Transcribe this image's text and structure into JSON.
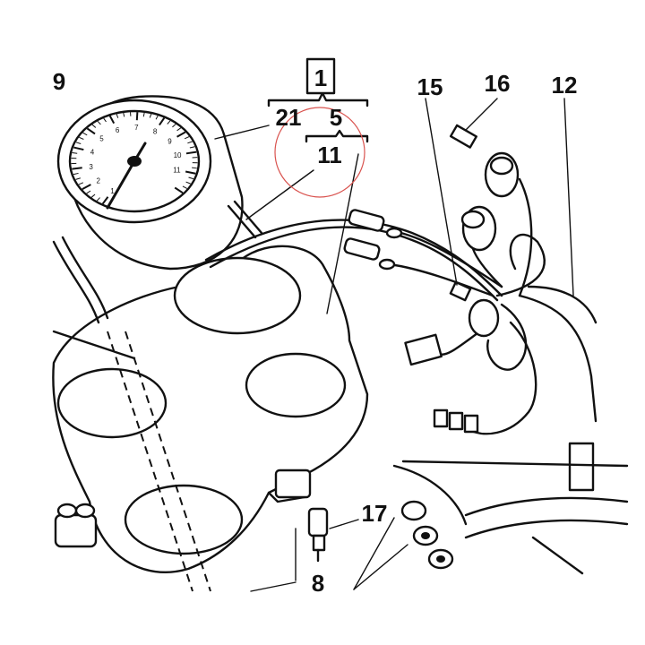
{
  "diagram": {
    "callouts": {
      "c1": "1",
      "c5": "5",
      "c8": "8",
      "c9": "9",
      "c11": "11",
      "c12": "12",
      "c15": "15",
      "c16": "16",
      "c17": "17",
      "c21": "21"
    },
    "dial_numbers": [
      "1",
      "2",
      "3",
      "4",
      "5",
      "6",
      "7",
      "8",
      "9",
      "10",
      "11"
    ],
    "highlight_color": "#d9534f",
    "line_color": "#111111"
  }
}
